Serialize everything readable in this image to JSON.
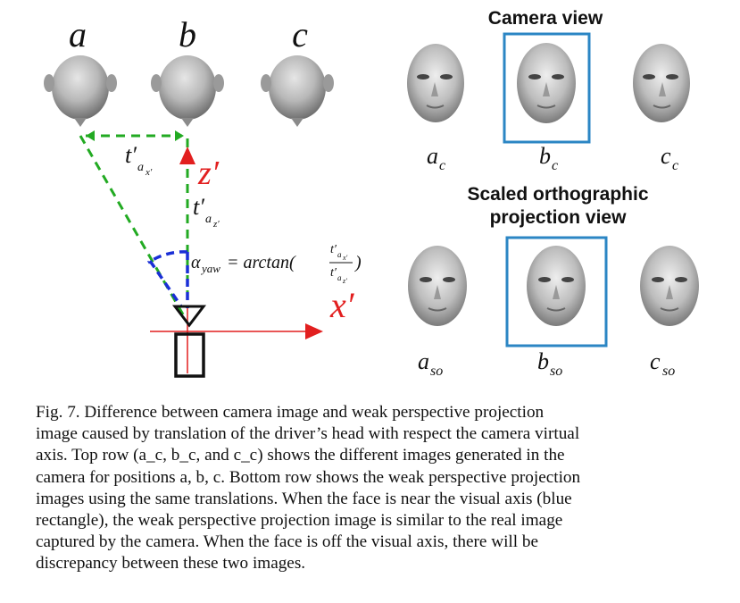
{
  "diagram": {
    "top_labels": [
      "a",
      "b",
      "c"
    ],
    "distance_x_label": "t′",
    "distance_x_sub": "a",
    "distance_x_subsub": "x′",
    "distance_z_label": "t′",
    "distance_z_sub": "a",
    "distance_z_subsub": "z′",
    "axis_z_label": "z′",
    "axis_x_label": "x′",
    "angle_label": "α",
    "angle_sub": "yaw",
    "angle_formula": "= arctan(",
    "angle_frac_num": "t′",
    "angle_frac_num_sub": "a",
    "angle_frac_num_subsub": "x′",
    "angle_frac_den": "t′",
    "angle_frac_den_sub": "a",
    "angle_frac_den_subsub": "z′",
    "angle_close": ")"
  },
  "camera_view": {
    "title": "Camera view",
    "labels": [
      {
        "base": "a",
        "sub": "c"
      },
      {
        "base": "b",
        "sub": "c"
      },
      {
        "base": "c",
        "sub": "c"
      }
    ]
  },
  "ortho_view": {
    "title_line1": "Scaled orthographic",
    "title_line2": "projection view",
    "labels": [
      {
        "base": "a",
        "sub": "so"
      },
      {
        "base": "b",
        "sub": "so"
      },
      {
        "base": "c",
        "sub": "so"
      }
    ]
  },
  "colors": {
    "green": "#22aa22",
    "red": "#e21f1f",
    "blue_dash": "#1a2fd6",
    "frame_blue": "#2b86c4"
  },
  "caption": {
    "lines": [
      "Fig. 7.   Difference between camera image and weak perspective projection",
      "image caused by translation of the driver’s head with respect the camera virtual",
      "axis. Top row (a_c, b_c, and c_c) shows the different images generated in the",
      "camera for positions a, b, c. Bottom row shows the weak perspective projection",
      "images using the same translations. When the face is near the visual axis (blue",
      "rectangle), the weak perspective projection image is similar to the real image",
      "captured by the camera. When the face is off the visual axis, there will be",
      "discrepancy between these two images."
    ]
  }
}
